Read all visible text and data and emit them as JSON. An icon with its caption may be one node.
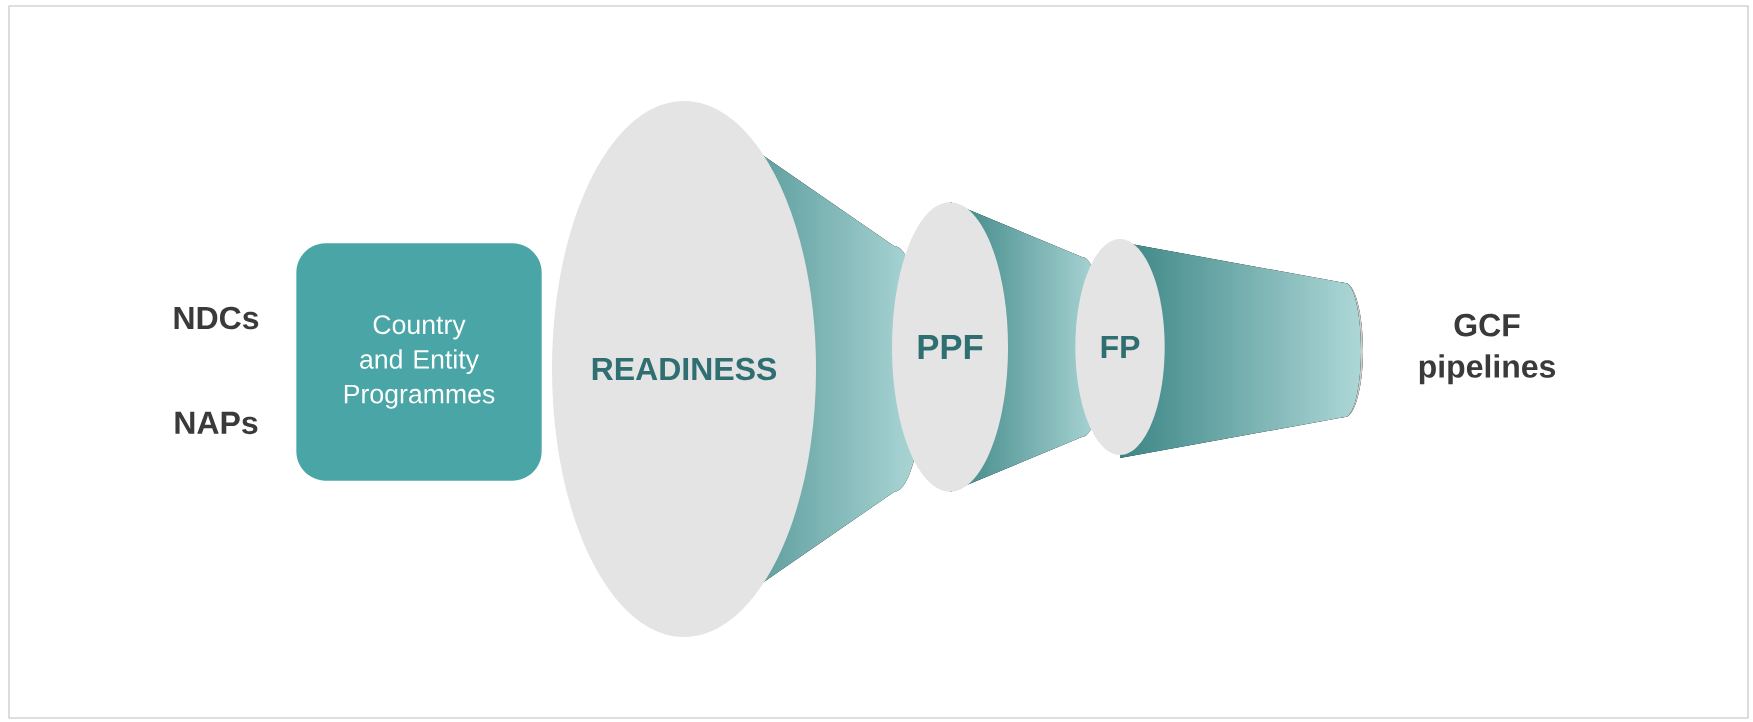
{
  "diagram": {
    "nodes": [
      {
        "text": [
          "Country and Entity Programmes"
        ]
      },
      {
        "text": [
          "READINESS"
        ]
      },
      {
        "text": [
          "PPF"
        ]
      },
      {
        "text": [
          "FP"
        ]
      }
    ],
    "labels": [
      "NDCs",
      "NAPs",
      "GCF pipelines"
    ]
  }
}
